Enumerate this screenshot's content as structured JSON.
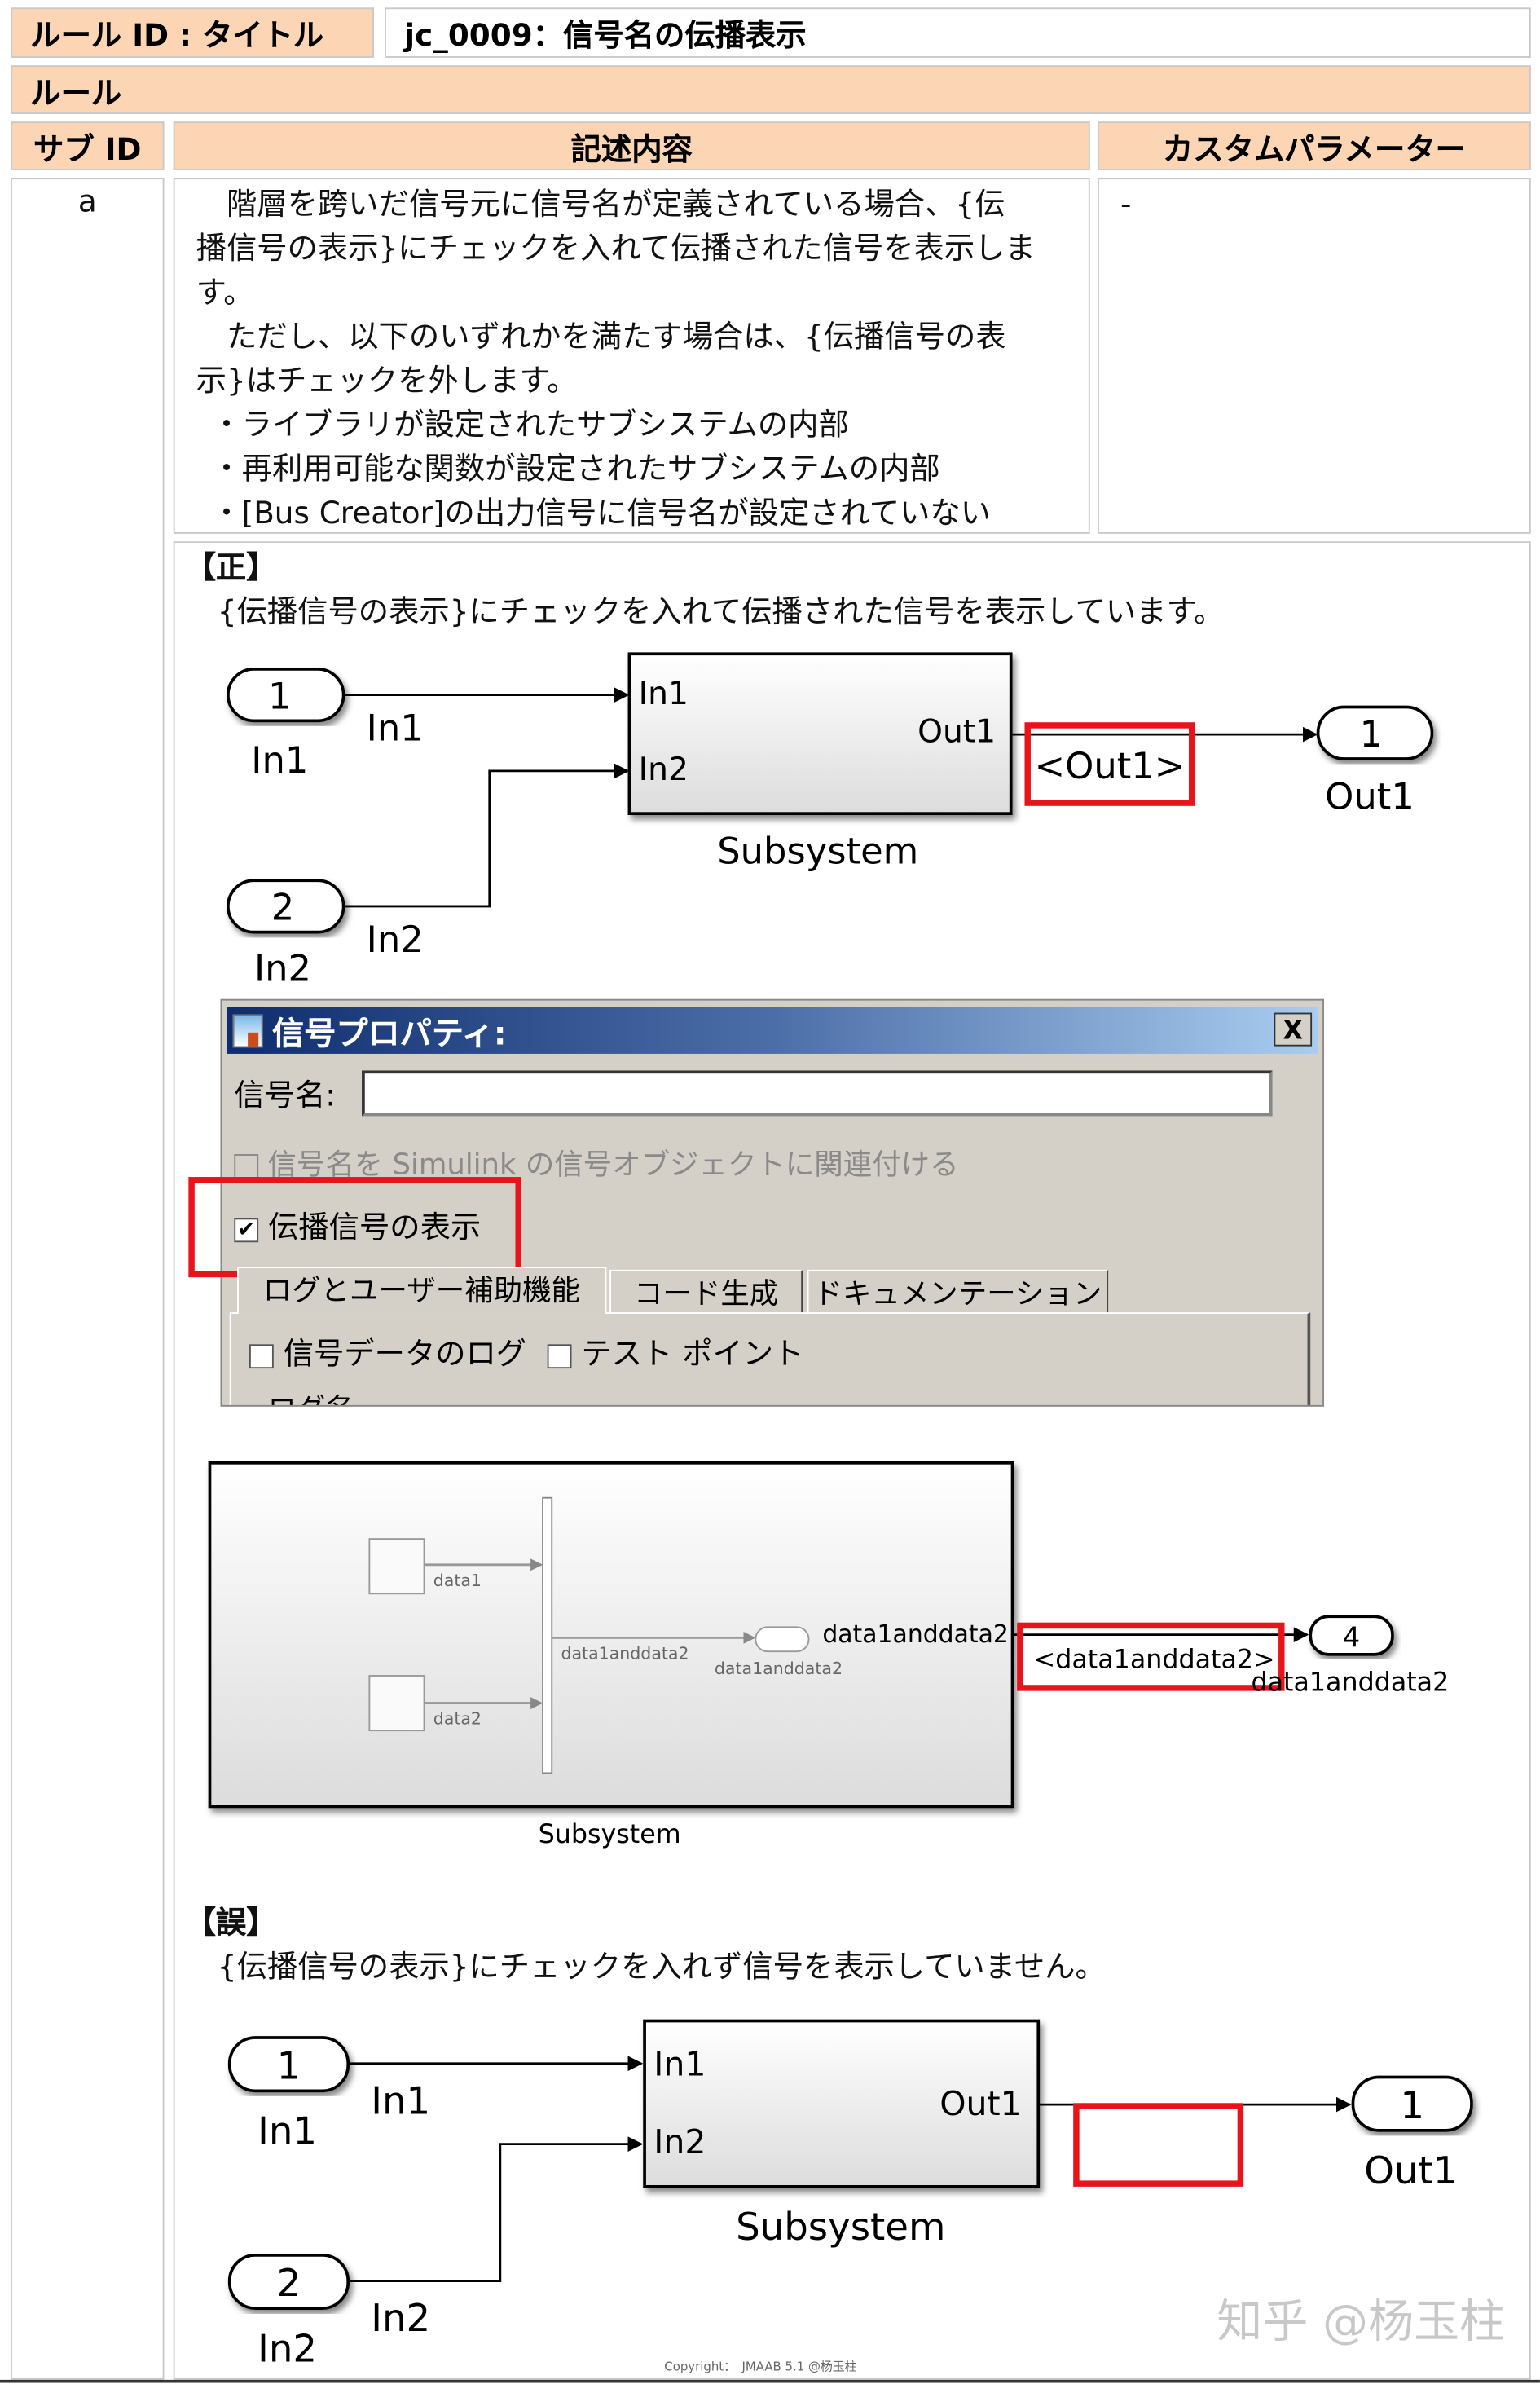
{
  "header": {
    "rule_id_label": "ルール ID : タイトル",
    "rule_id_value": "jc_0009：信号名の伝播表示",
    "rule_label": "ルール",
    "col_sub_id": "サブ ID",
    "col_description": "記述内容",
    "col_custom_param": "カスタムパラメーター"
  },
  "row": {
    "sub_id": "a",
    "description_lines": [
      "　階層を跨いだ信号元に信号名が定義されている場合、{伝",
      "播信号の表示}にチェックを入れて伝播された信号を表示しま",
      "す。",
      "　ただし、以下のいずれかを満たす場合は、{伝播信号の表",
      "示}はチェックを外します。",
      "・ライブラリが設定されたサブシステムの内部",
      "・再利用可能な関数が設定されたサブシステムの内部",
      "・[Bus Creator]の出力信号に信号名が設定されていない"
    ],
    "custom_param": "-"
  },
  "correct": {
    "heading": "【正】",
    "text": "{伝播信号の表示}にチェックを入れて伝播された信号を表示しています。",
    "diagram": {
      "in1_num": "1",
      "in1_name": "In1",
      "in1_signal": "In1",
      "in2_num": "2",
      "in2_name": "In2",
      "in2_signal": "In2",
      "block_in1": "In1",
      "block_in2": "In2",
      "block_out1": "Out1",
      "block_name": "Subsystem",
      "propagated_label": "<Out1>",
      "out_num": "1",
      "out_name": "Out1"
    },
    "dialog": {
      "title": "信号プロパティ:",
      "close": "X",
      "signal_name_label": "信号名:",
      "signal_name_value": "",
      "resolve_checkbox": "信号名を Simulink の信号オブジェクトに関連付ける",
      "resolve_checked": false,
      "propagate_checkbox": "伝播信号の表示",
      "propagate_checked": true,
      "tabs": [
        "ログとユーザー補助機能",
        "コード生成",
        "ドキュメンテーション"
      ],
      "log_checkbox": "信号データのログ",
      "test_point_checkbox": "テスト ポイント",
      "log_name_label": "ログ名"
    },
    "bus_diagram": {
      "src1": "data1",
      "src2": "data2",
      "bus_signal": "data1anddata2",
      "outport_name": "data1anddata2",
      "block_port_label": "data1anddata2",
      "block_name": "Subsystem",
      "propagated_label": "<data1anddata2>",
      "out_num": "4",
      "out_name": "data1anddata2"
    }
  },
  "wrong": {
    "heading": "【誤】",
    "text": "{伝播信号の表示}にチェックを入れず信号を表示していません。",
    "diagram": {
      "in1_num": "1",
      "in1_name": "In1",
      "in1_signal": "In1",
      "in2_num": "2",
      "in2_name": "In2",
      "in2_signal": "In2",
      "block_in1": "In1",
      "block_in2": "In2",
      "block_out1": "Out1",
      "block_name": "Subsystem",
      "out_num": "1",
      "out_name": "Out1"
    }
  },
  "footer": {
    "watermark": "知乎 @杨玉柱",
    "copyright": "Copyright：　JMAAB 5.1 @杨玉柱"
  },
  "colors": {
    "header_bg": "#fcd5b4",
    "highlight": "#e8141b",
    "dialog_bg": "#d4d0c8"
  }
}
